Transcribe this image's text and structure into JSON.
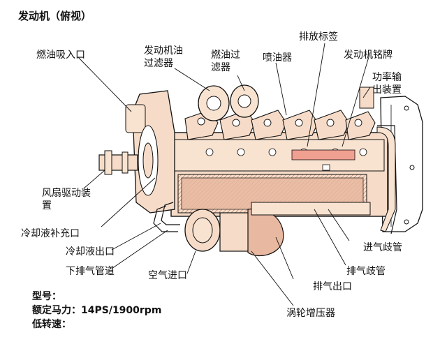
{
  "title": "发动机（俯视）",
  "labels": {
    "fuel_inlet": "燃油吸入口",
    "oil_filter_1": "发动机油",
    "oil_filter_2": "过滤器",
    "fuel_filter_1": "燃油过",
    "fuel_filter_2": "滤器",
    "injector": "喷油器",
    "emission_tag": "排放标签",
    "nameplate": "发动机铭牌",
    "pto_1": "功率输",
    "pto_2": "出装置",
    "fan_drive_1": "风扇驱动装",
    "fan_drive_2": "置",
    "coolant_fill": "冷却液补充口",
    "coolant_outlet": "冷却液出口",
    "lower_exhaust_pipe": "下排气管道",
    "air_inlet": "空气进口",
    "intake_manifold": "进气歧管",
    "exhaust_manifold": "排气歧管",
    "exhaust_outlet": "排气出口",
    "turbocharger": "涡轮增压器"
  },
  "specs": {
    "model": "型号：",
    "rated_power": "额定马力：14PS/1900rpm",
    "low_speed": "低转速："
  },
  "colors": {
    "engine_fill": "#f6dcc8",
    "engine_dark": "#e8b8a0",
    "highlight": "#f0a090",
    "line": "#111111"
  }
}
